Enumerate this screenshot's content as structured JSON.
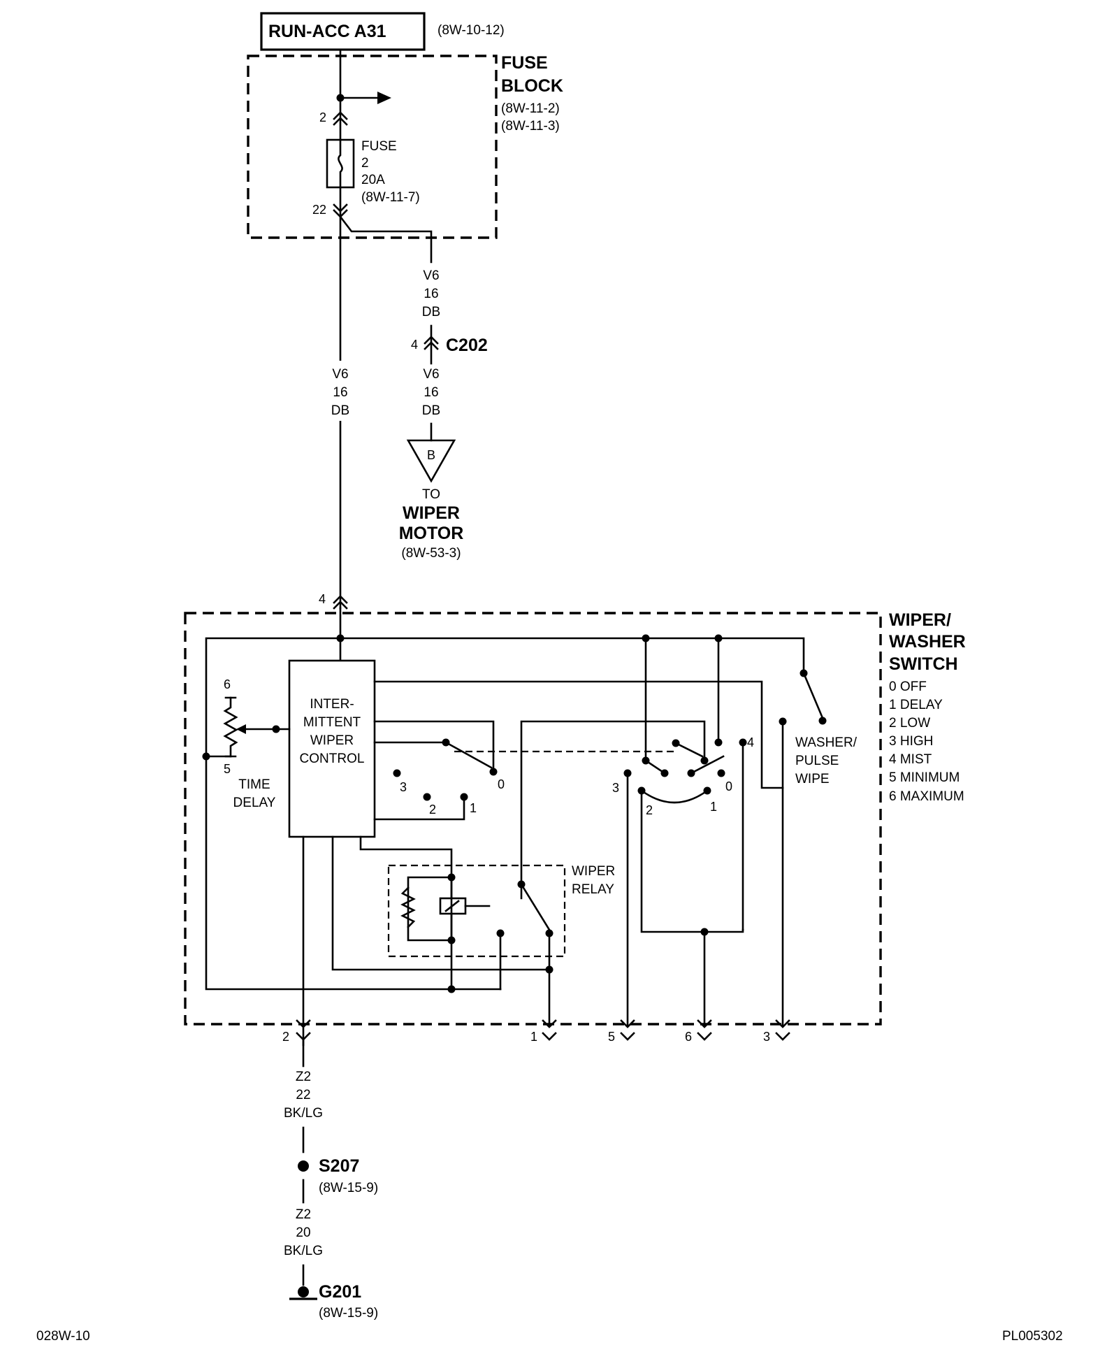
{
  "source": {
    "label": "RUN-ACC A31",
    "ref": "(8W-10-12)"
  },
  "fuse_block": {
    "title_line1": "FUSE",
    "title_line2": "BLOCK",
    "ref1": "(8W-11-2)",
    "ref2": "(8W-11-3)",
    "pin_in": "2",
    "pin_out": "22",
    "fuse_line1": "FUSE",
    "fuse_line2": "2",
    "fuse_line3": "20A",
    "fuse_line4": "(8W-11-7)"
  },
  "wires": {
    "v6_a": [
      "V6",
      "16",
      "DB"
    ],
    "v6_b": [
      "V6",
      "16",
      "DB"
    ],
    "v6_main": [
      "V6",
      "16",
      "DB"
    ],
    "z2_a": [
      "Z2",
      "22",
      "BK/LG"
    ],
    "z2_b": [
      "Z2",
      "20",
      "BK/LG"
    ]
  },
  "c202": {
    "pin": "4",
    "label": "C202"
  },
  "wiper_motor": {
    "tag": "B",
    "to": "TO",
    "name1": "WIPER",
    "name2": "MOTOR",
    "ref": "(8W-53-3)"
  },
  "switch": {
    "title1": "WIPER/",
    "title2": "WASHER",
    "title3": "SWITCH",
    "positions": [
      "0 OFF",
      "1 DELAY",
      "2 LOW",
      "3 HIGH",
      "4 MIST",
      "5 MINIMUM",
      "6 MAXIMUM"
    ],
    "top_pin": "4",
    "control": [
      "INTER-",
      "MITTENT",
      "WIPER",
      "CONTROL"
    ],
    "pot_top": "6",
    "pot_bottom": "5",
    "time_delay1": "TIME",
    "time_delay2": "DELAY",
    "relay1": "WIPER",
    "relay2": "RELAY",
    "washer1": "WASHER/",
    "washer2": "PULSE",
    "washer3": "WIPE",
    "sel1": {
      "p3": "3",
      "p2": "2",
      "p1": "1",
      "p0": "0"
    },
    "sel2": {
      "p3": "3",
      "p2": "2",
      "p1": "1",
      "p0": "0",
      "p4": "4"
    },
    "bottom_pins": [
      "2",
      "1",
      "5",
      "6",
      "3"
    ]
  },
  "s207": {
    "label": "S207",
    "ref": "(8W-15-9)"
  },
  "g201": {
    "label": "G201",
    "ref": "(8W-15-9)"
  },
  "footer": {
    "left": "028W-10",
    "right": "PL005302"
  }
}
